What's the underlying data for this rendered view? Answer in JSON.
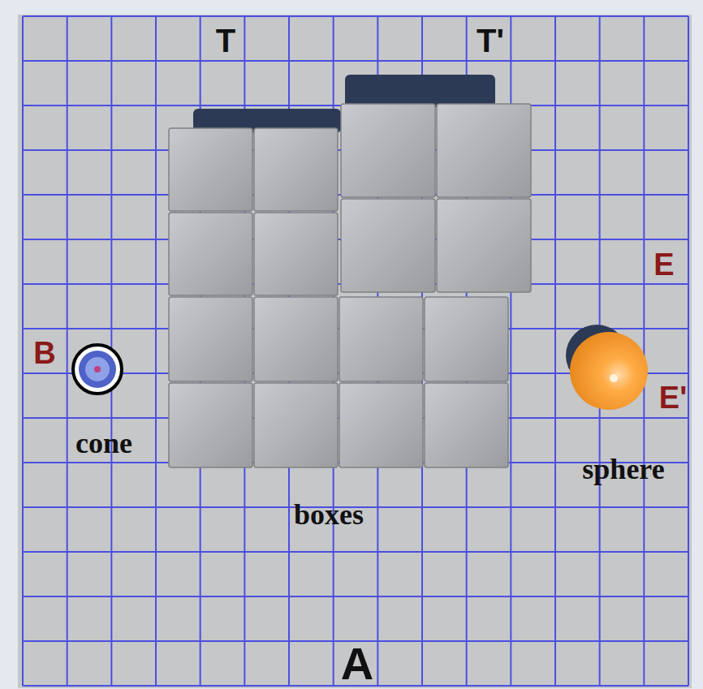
{
  "diagram": {
    "labels": [
      "T",
      "T'",
      "E",
      "B",
      "E'",
      "cone",
      "boxes",
      "sphere",
      "A"
    ]
  }
}
